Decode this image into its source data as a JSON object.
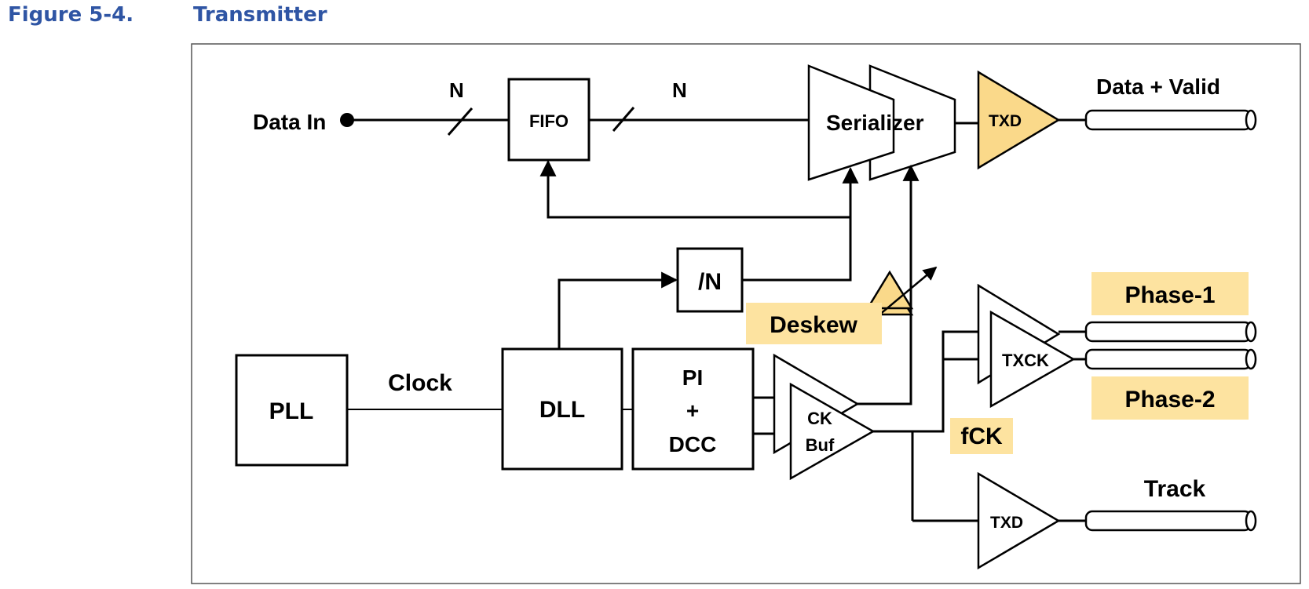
{
  "figure": {
    "number": "Figure 5-4.",
    "title": "Transmitter"
  },
  "labels": {
    "data_in": "Data In",
    "bus_width_1": "N",
    "bus_width_2": "N",
    "fifo": "FIFO",
    "serializer": "Serializer",
    "txd_data": "TXD",
    "data_valid": "Data + Valid",
    "divider": "/N",
    "deskew": "Deskew",
    "phase1": "Phase-1",
    "phase2": "Phase-2",
    "txck": "TXCK",
    "pll": "PLL",
    "clock": "Clock",
    "dll": "DLL",
    "pi_line1": "PI",
    "pi_line2": "+",
    "pi_line3": "DCC",
    "ckbuf_line1": "CK",
    "ckbuf_line2": "Buf",
    "fck": "fCK",
    "txd_track": "TXD",
    "track": "Track"
  },
  "colors": {
    "caption": "#2f55a4",
    "highlight_label": "#fde3a0",
    "highlight_driver": "#fad98a",
    "line": "#000000"
  }
}
